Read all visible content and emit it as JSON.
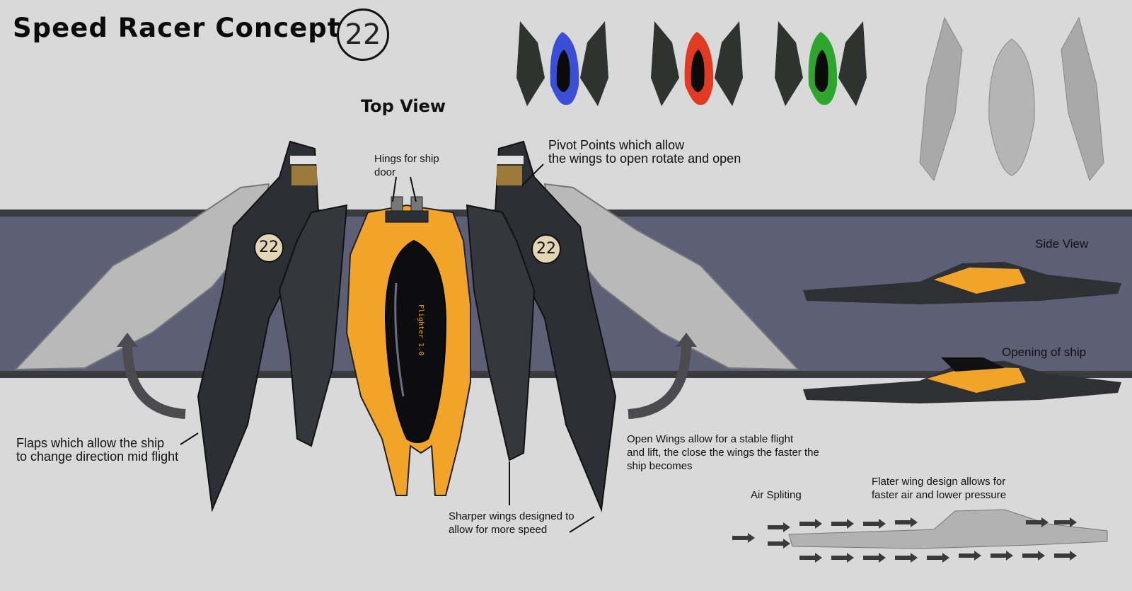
{
  "header": {
    "title": "Speed Racer Concept",
    "number": "22"
  },
  "views": {
    "top_view": "Top View",
    "side_view": "Side View",
    "opening": "Opening of ship",
    "air_splitting": "Air Spliting"
  },
  "annotations": {
    "hinges": "Hings for ship\ndoor",
    "pivot": "Pivot Points which allow\nthe wings to open rotate and open",
    "flaps": "Flaps which allow the ship\nto change direction mid flight",
    "sharper_wings": "Sharper wings designed to\nallow for more speed",
    "open_wings": "Open Wings allow for a stable flight\nand lift, the close the wings the faster the\nship becomes",
    "flater_wing": "Flater wing design allows for\nfaster air and lower pressure"
  },
  "ship": {
    "decal_number": "22",
    "side_label": "Flighter 1.0"
  },
  "colors": {
    "body_orange": "#f2a42a",
    "wing_dark": "#2c2f33",
    "wing_grey": "#b8b8b8",
    "band": "#5d5f77",
    "variant_blue": "#3b4fd6",
    "variant_red": "#e03a22",
    "variant_green": "#2ea62e"
  }
}
